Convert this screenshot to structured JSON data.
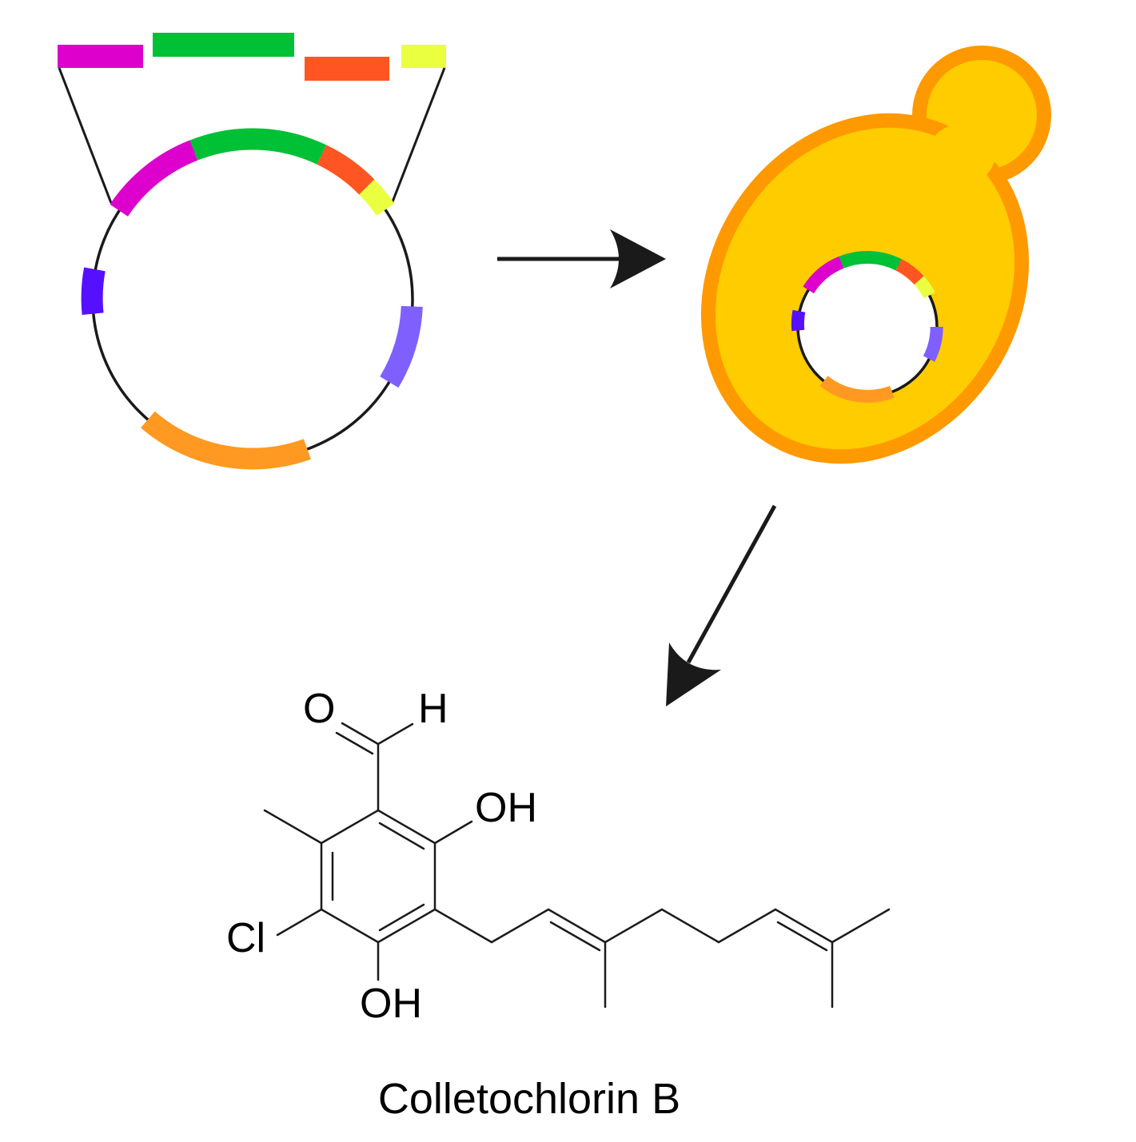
{
  "colors": {
    "magenta": "#dd00cc",
    "green": "#00c035",
    "red_orange": "#ff5522",
    "yellow": "#eaff40",
    "violet": "#5511ff",
    "lavender": "#7f60ff",
    "orange": "#ff9922",
    "cell_fill": "#ffcc00",
    "cell_border": "#ff9900",
    "line": "#1a1a1a"
  },
  "molecule": {
    "atoms": {
      "o": "O",
      "h": "H",
      "oh_top": "OH",
      "cl": "Cl",
      "oh_bottom": "OH"
    },
    "name": "Colletochlorin B"
  }
}
